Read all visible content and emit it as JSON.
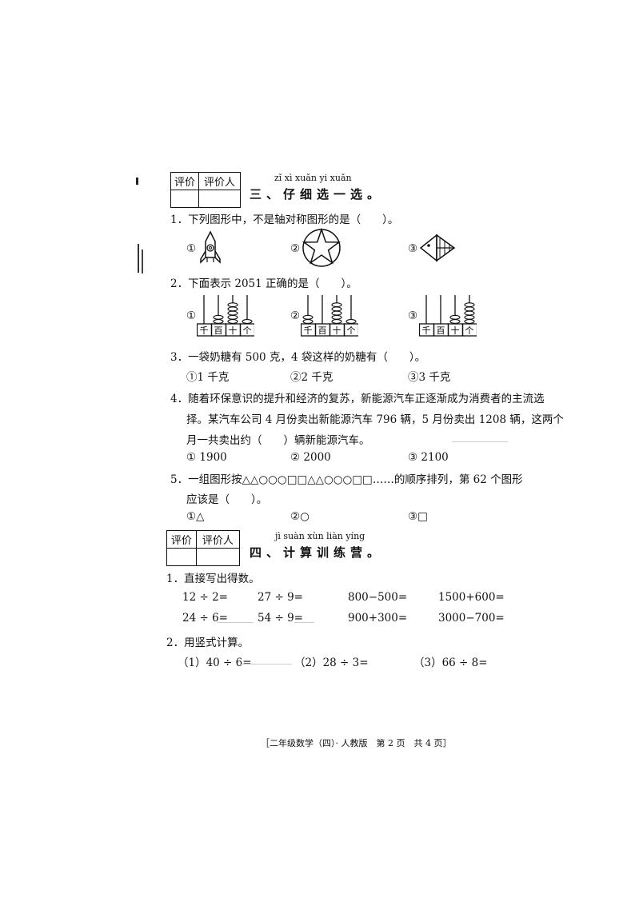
{
  "grade_box": {
    "col1": "评价",
    "col2": "评价人"
  },
  "section3": {
    "pinyin": "zǐ  xì  xuǎn yi  xuǎn",
    "title": "三、仔细选一选。",
    "q1": {
      "text": "1．下列图形中，不是轴对称图形的是（　　）。",
      "opts": [
        "①",
        "②",
        "③"
      ]
    },
    "q2": {
      "text": "2．下面表示 2051 正确的是（　　）。",
      "opts": [
        "①",
        "②",
        "③"
      ],
      "places": [
        "千",
        "百",
        "十",
        "个"
      ],
      "abacus_beads": [
        [
          0,
          2,
          5,
          1
        ],
        [
          2,
          0,
          5,
          1
        ],
        [
          0,
          0,
          2,
          5
        ]
      ]
    },
    "q3": {
      "text": "3．一袋奶糖有 500 克，4 袋这样的奶糖有（　　）。",
      "opts": [
        "①1 千克",
        "②2 千克",
        "③3 千克"
      ]
    },
    "q4": {
      "line1": "4．随着环保意识的提升和经济的复苏，新能源汽车正逐渐成为消费者的主流选",
      "line2": "择。某汽车公司 4 月份卖出新能源汽车 796 辆，5 月份卖出 1208 辆，这两个",
      "line3": "月一共卖出约（　　）辆新能源汽车。",
      "opts": [
        "① 1900",
        "② 2000",
        "③ 2100"
      ]
    },
    "q5": {
      "line1": "5．一组图形按△△○○○□□△△○○○□□……的顺序排列，第 62 个图形",
      "line2": "应该是（　　）。",
      "opts": [
        "①△",
        "②○",
        "③□"
      ]
    }
  },
  "section4": {
    "pinyin": "jì  suàn xùn liàn yíng",
    "title": "四、计算训练营。",
    "q1": {
      "text": "1．直接写出得数。",
      "row1": [
        "12 ÷ 2=",
        "27 ÷ 9=",
        "800−500=",
        "1500+600="
      ],
      "row2": [
        "24 ÷ 6=",
        "54 ÷ 9=",
        "900+300=",
        "3000−700="
      ]
    },
    "q2": {
      "text": "2．用竖式计算。",
      "items": [
        "（1）40 ÷ 6=",
        "（2）28 ÷ 3=",
        "（3）66 ÷ 8="
      ]
    }
  },
  "footer": "［二年级数学（四）· 人教版　第 2 页　共 4 页］"
}
